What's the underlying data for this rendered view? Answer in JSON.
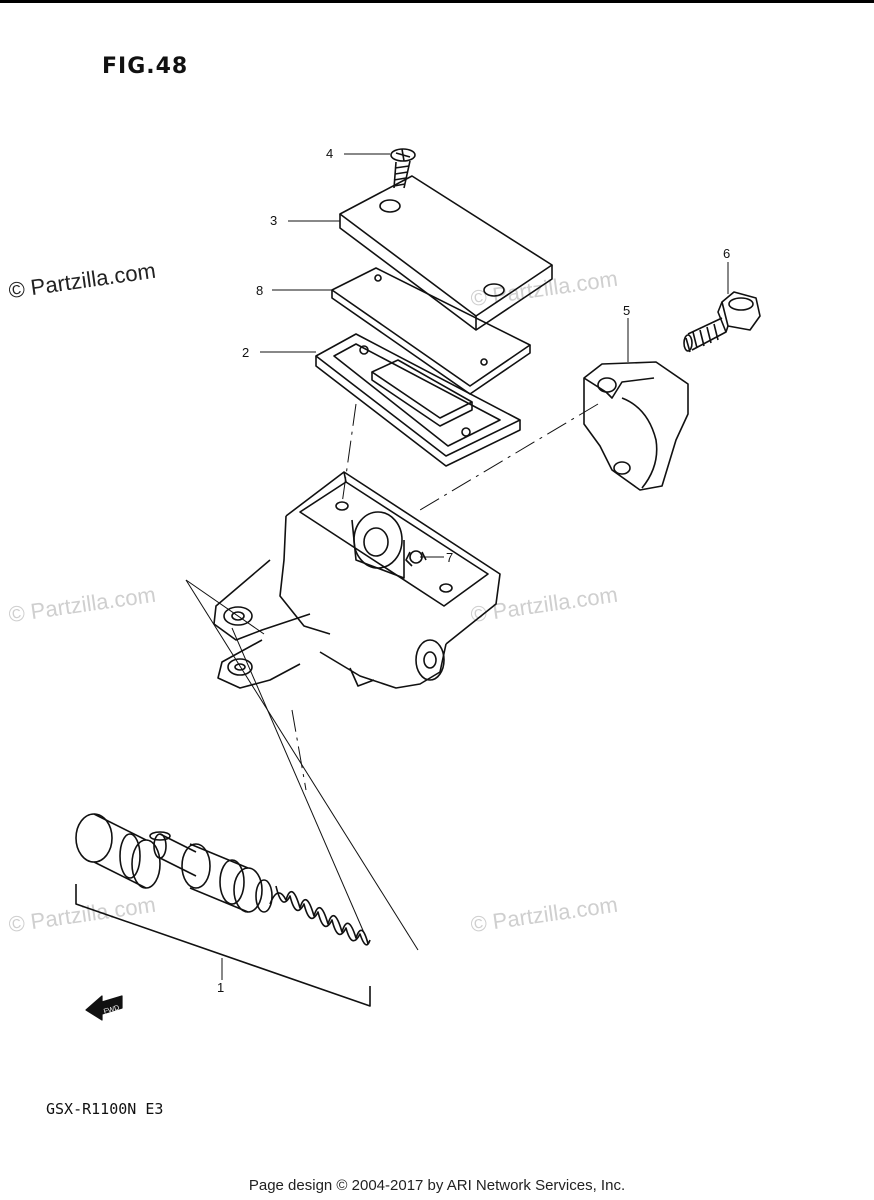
{
  "figure": {
    "title": "FIG.48"
  },
  "model_code": "GSX-R1100N  E3",
  "watermarks": {
    "main": "© Partzilla.com",
    "faint": "© Partzilla.com"
  },
  "footer": "Page design © 2004-2017 by ARI Network Services, Inc.",
  "fwd_arrow_label": "FWD",
  "callouts": [
    "1",
    "2",
    "3",
    "4",
    "5",
    "6",
    "7",
    "8"
  ],
  "colors": {
    "line": "#111111",
    "watermark": "#cfcfcf"
  }
}
